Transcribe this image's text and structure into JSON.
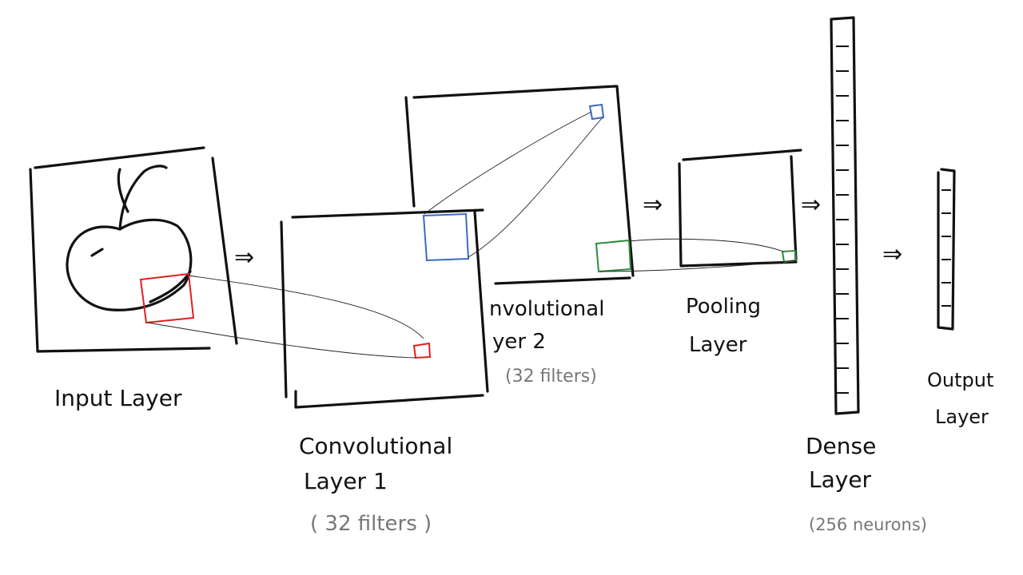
{
  "layers": {
    "input": {
      "label": "Input Layer"
    },
    "conv1": {
      "label_line1": "Convolutional",
      "label_line2": "Layer 1",
      "filters": "( 32 filters )"
    },
    "conv2": {
      "label_line1": "nvolutional",
      "label_line2": "yer 2",
      "filters": "(32 filters)"
    },
    "pooling": {
      "label_line1": "Pooling",
      "label_line2": "Layer"
    },
    "dense": {
      "label_line1": "Dense",
      "label_line2": "Layer",
      "neurons": "(256 neurons)"
    },
    "output": {
      "label_line1": "Output",
      "label_line2": "Layer"
    }
  },
  "arrow_glyph": "⇒",
  "colors": {
    "ink": "#111111",
    "note": "#777777",
    "red_patch": "#e02020",
    "blue_patch": "#3a6bc4",
    "green_patch": "#2e8b3e"
  }
}
